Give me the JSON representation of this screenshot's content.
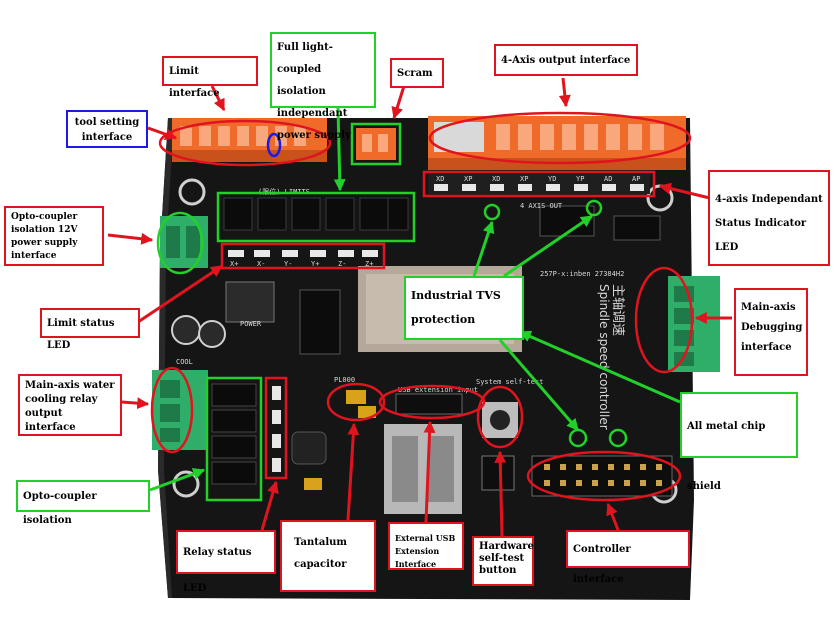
{
  "labels": {
    "limit_interface": "Limit interface",
    "full_light_coupled": "Full light-coupled isolation independant power supply",
    "scram": "Scram",
    "four_axis_output": "4-Axis output interface",
    "tool_setting": "tool setting interface",
    "opto_12v": "Opto-coupler isolation 12V power supply interface",
    "four_axis_led": "4-axis Independant Status Indicator LED",
    "limit_status_led": "Limit status LED",
    "industrial_tvs": "Industrial TVS protection",
    "main_axis_debug": "Main-axis Debugging interface",
    "main_axis_water": "Main-axis water cooling relay output interface",
    "all_metal_shield": "All metal chip shield",
    "opto_isolation": "Opto-coupler isolation",
    "tantalum": "Tantalum capacitor",
    "external_usb": "External USB Extension Interface",
    "hardware_self_test": "Hardware self-test button",
    "controller_interface": "Controller interface",
    "relay_status_led": "Relay status LED"
  },
  "board": {
    "limits_silk": "(限位) LIMITS",
    "axis_out_silk": "4 AXIS OUT",
    "axis_labels": [
      "XD",
      "XP",
      "XD",
      "XP",
      "YD",
      "YP",
      "AD",
      "AP"
    ],
    "limit_labels": [
      "X+",
      "X-",
      "Y-",
      "Y+",
      "Z-",
      "Z+"
    ],
    "spindle_silk": "Spindle speed controller",
    "spindle_cn": "主轴调速",
    "self_test_silk": "System self-test",
    "usb_silk": "USB extension input",
    "cool_silk": "COOL",
    "power_silk": "POWER",
    "model_silk": "257P-x:inben 27384H2",
    "pcb_id": "PL000"
  },
  "colors": {
    "red": "#e0141e",
    "green": "#22d02a",
    "blue": "#1a1ae0",
    "pcb": "#161616",
    "connector_orange": "#f06a2a",
    "connector_green": "#2fae6a"
  }
}
